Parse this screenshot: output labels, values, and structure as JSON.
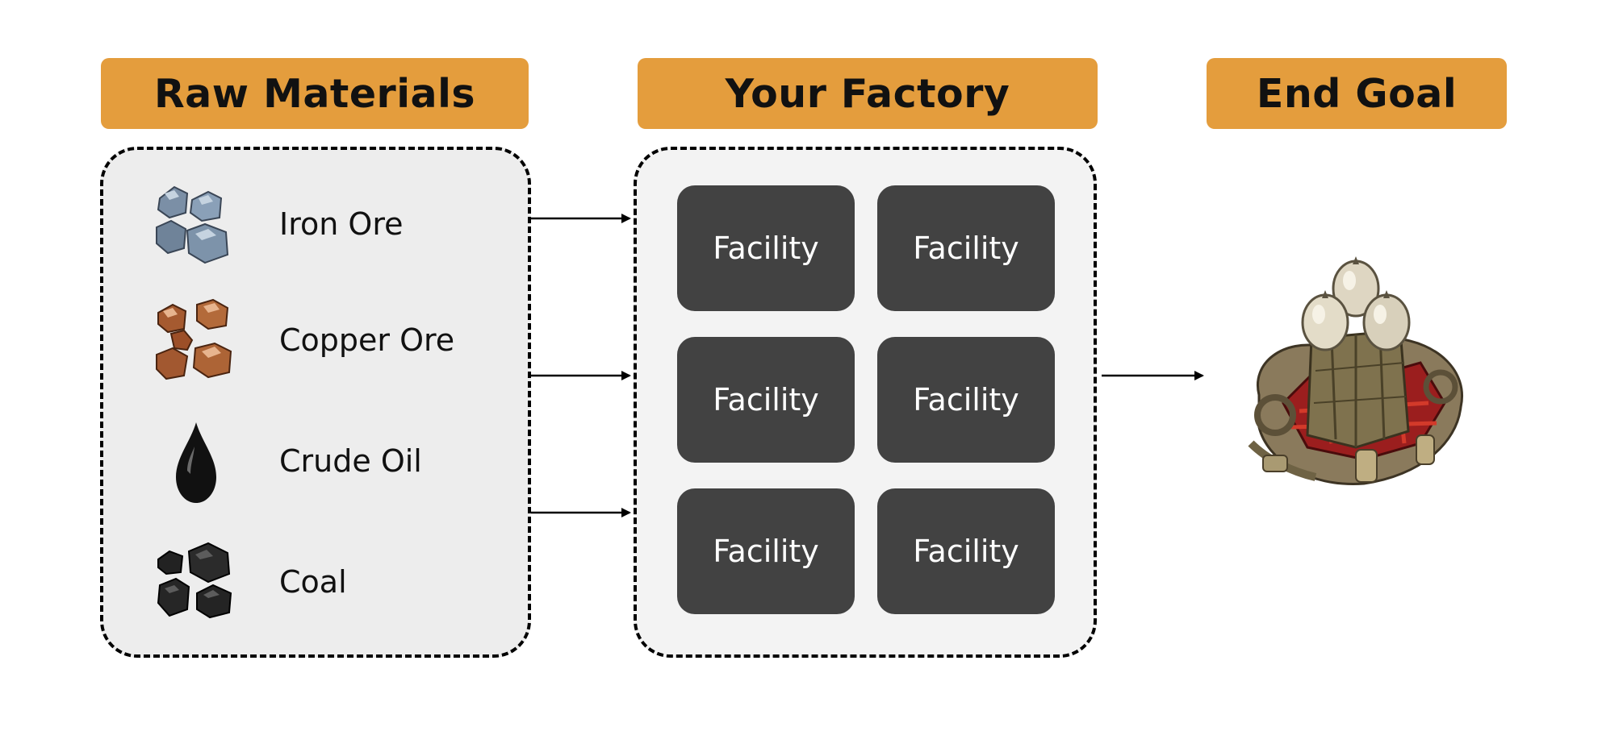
{
  "headers": {
    "raw_materials": "Raw Materials",
    "factory": "Your Factory",
    "end_goal": "End Goal"
  },
  "materials": [
    {
      "label": "Iron Ore",
      "icon": "iron-ore-icon"
    },
    {
      "label": "Copper Ore",
      "icon": "copper-ore-icon"
    },
    {
      "label": "Crude Oil",
      "icon": "crude-oil-icon"
    },
    {
      "label": "Coal",
      "icon": "coal-icon"
    }
  ],
  "facilities": [
    "Facility",
    "Facility",
    "Facility",
    "Facility",
    "Facility",
    "Facility"
  ],
  "colors": {
    "header_bg": "#e49d3d",
    "facility_bg": "#424242",
    "panel_raw_bg": "#ededed",
    "panel_factory_bg": "#f3f3f3"
  },
  "end_goal_icon": "rocket-engine-icon"
}
